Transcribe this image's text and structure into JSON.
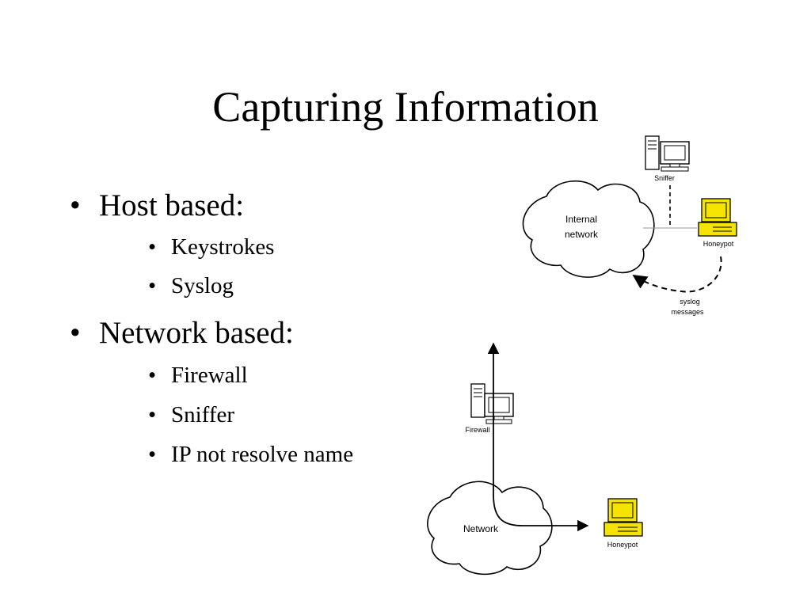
{
  "slide": {
    "title": "Capturing Information",
    "bullets": [
      {
        "text": "Host based:",
        "bullet": "•",
        "children": [
          {
            "text": "Keystrokes",
            "bullet": "•"
          },
          {
            "text": "Syslog",
            "bullet": "•"
          }
        ]
      },
      {
        "text": "Network based:",
        "bullet": "•",
        "children": [
          {
            "text": "Firewall",
            "bullet": "•"
          },
          {
            "text": "Sniffer",
            "bullet": "•"
          },
          {
            "text": "IP not resolve name",
            "bullet": "•"
          }
        ]
      }
    ]
  },
  "diagram_top": {
    "cloud_label_line1": "Internal",
    "cloud_label_line2": "network",
    "sniffer_label": "Sniffer",
    "honeypot_label": "Honeypot",
    "arrow_label_line1": "syslog",
    "arrow_label_line2": "messages"
  },
  "diagram_bottom": {
    "firewall_label": "Firewall",
    "cloud_label": "Network",
    "honeypot_label": "Honeypot"
  },
  "colors": {
    "honeypot": "#f5e400",
    "device": "#ffffff",
    "line": "#000000"
  }
}
